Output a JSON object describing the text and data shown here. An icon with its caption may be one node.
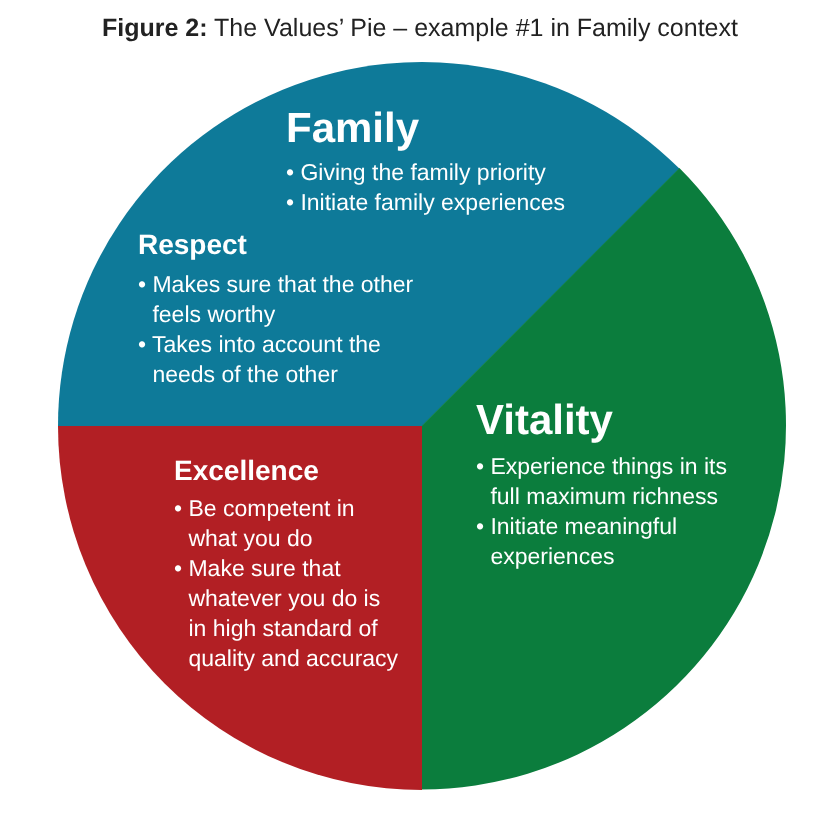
{
  "diagram": {
    "title": "**Figure 2:** The Values’ Pie – example #1 in Family context",
    "nodes": [
      {
        "text": [
          "Family",
          "• Giving the family priority",
          "• Initiate family experiences",
          "Respect",
          "• Makes sure that the other feels worthy",
          "• Takes into account the needs of the other"
        ]
      },
      {
        "text": [
          "Vitality",
          "• Experience things in its full maximum richness",
          "• Initiate meaningful experiences"
        ]
      },
      {
        "text": [
          "Excellence",
          "• Be competent in what you do",
          "• Make sure that whatever you do is in high standard of quality and accuracy"
        ]
      }
    ]
  }
}
